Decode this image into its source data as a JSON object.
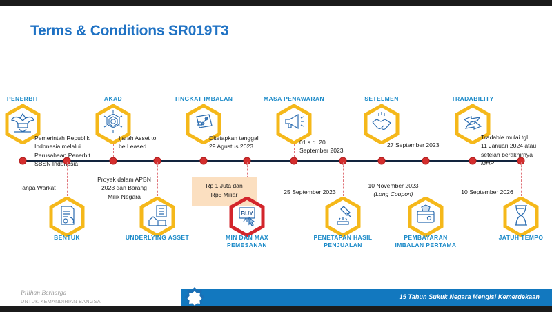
{
  "slide": {
    "title": "Terms & Conditions SR019T3",
    "accent_blue": "#1f72c4",
    "label_blue": "#1b8ac8",
    "hex_yellow": "#f5b81a",
    "hex_red": "#d3252b",
    "callout_orange": "#fbdfc0",
    "dot_red": "#d42e2e",
    "axis_dark": "#12243d"
  },
  "top_nodes": [
    {
      "id": "penerbit",
      "caption": "PENERBIT",
      "icon": "garuda-emblem-icon",
      "note": "Pemerintah Republik\nIndonesia melalui\nPerusahaan Penerbit\nSBSN Indonesia"
    },
    {
      "id": "akad",
      "caption": "AKAD",
      "icon": "islamic-rosette-icon",
      "note": "Ijarah Asset to\nbe Leased"
    },
    {
      "id": "tingkat-imbalan",
      "caption": "TINGKAT IMBALAN",
      "icon": "percent-tag-icon",
      "note": "Ditetapkan tanggal\n29 Agustus 2023"
    },
    {
      "id": "masa-penawaran",
      "caption": "MASA PENAWARAN",
      "icon": "megaphone-icon",
      "note": "01 s.d. 20\nSeptember 2023"
    },
    {
      "id": "setelmen",
      "caption": "SETELMEN",
      "icon": "handshake-icon",
      "note": "27 September 2023"
    },
    {
      "id": "tradability",
      "caption": "TRADABILITY",
      "icon": "exchange-arrows-icon",
      "note_lines": [
        "Tradable mulai tgl",
        "11 Januari 2024 atau",
        "setelah berakhirnya",
        "MHP"
      ],
      "note_italic_last": true
    }
  ],
  "bottom_nodes": [
    {
      "id": "bentuk",
      "caption": "BENTUK",
      "icon": "document-stamp-icon",
      "note": "Tanpa Warkat"
    },
    {
      "id": "underlying-asset",
      "caption": "UNDERLYING ASSET",
      "icon": "project-building-icon",
      "note": "Proyek dalam APBN\n2023 dan Barang\nMilik Negara"
    },
    {
      "id": "min-dan-max-pemesanan",
      "caption": "MIN DAN MAX PEMESANAN",
      "icon": "buy-cart-icon",
      "note": "Rp 1 Juta dan\nRp5 Miliar",
      "highlighted": true
    },
    {
      "id": "penetapan-hasil-penjualan",
      "caption": "PENETAPAN HASIL PENJUALAN",
      "icon": "gavel-icon",
      "note": "25 September 2023"
    },
    {
      "id": "pembayaran-imbalan-pertama",
      "caption": "PEMBAYARAN IMBALAN PERTAMA",
      "icon": "wallet-money-icon",
      "note_lines": [
        "10 November 2023",
        "(Long Coupon)"
      ],
      "note_italic_last": true
    },
    {
      "id": "jatuh-tempo",
      "caption": "JATUH TEMPO",
      "icon": "hourglass-icon",
      "note": "10 September 2026"
    }
  ],
  "footer": {
    "brand_line1": "Pilihan Berharga",
    "brand_line2": "UNTUK KEMANDIRIAN BANGSA",
    "tagline": "15 Tahun Sukuk Negara Mengisi Kemerdekaan",
    "rosette_icon": "rosette-star-icon"
  }
}
